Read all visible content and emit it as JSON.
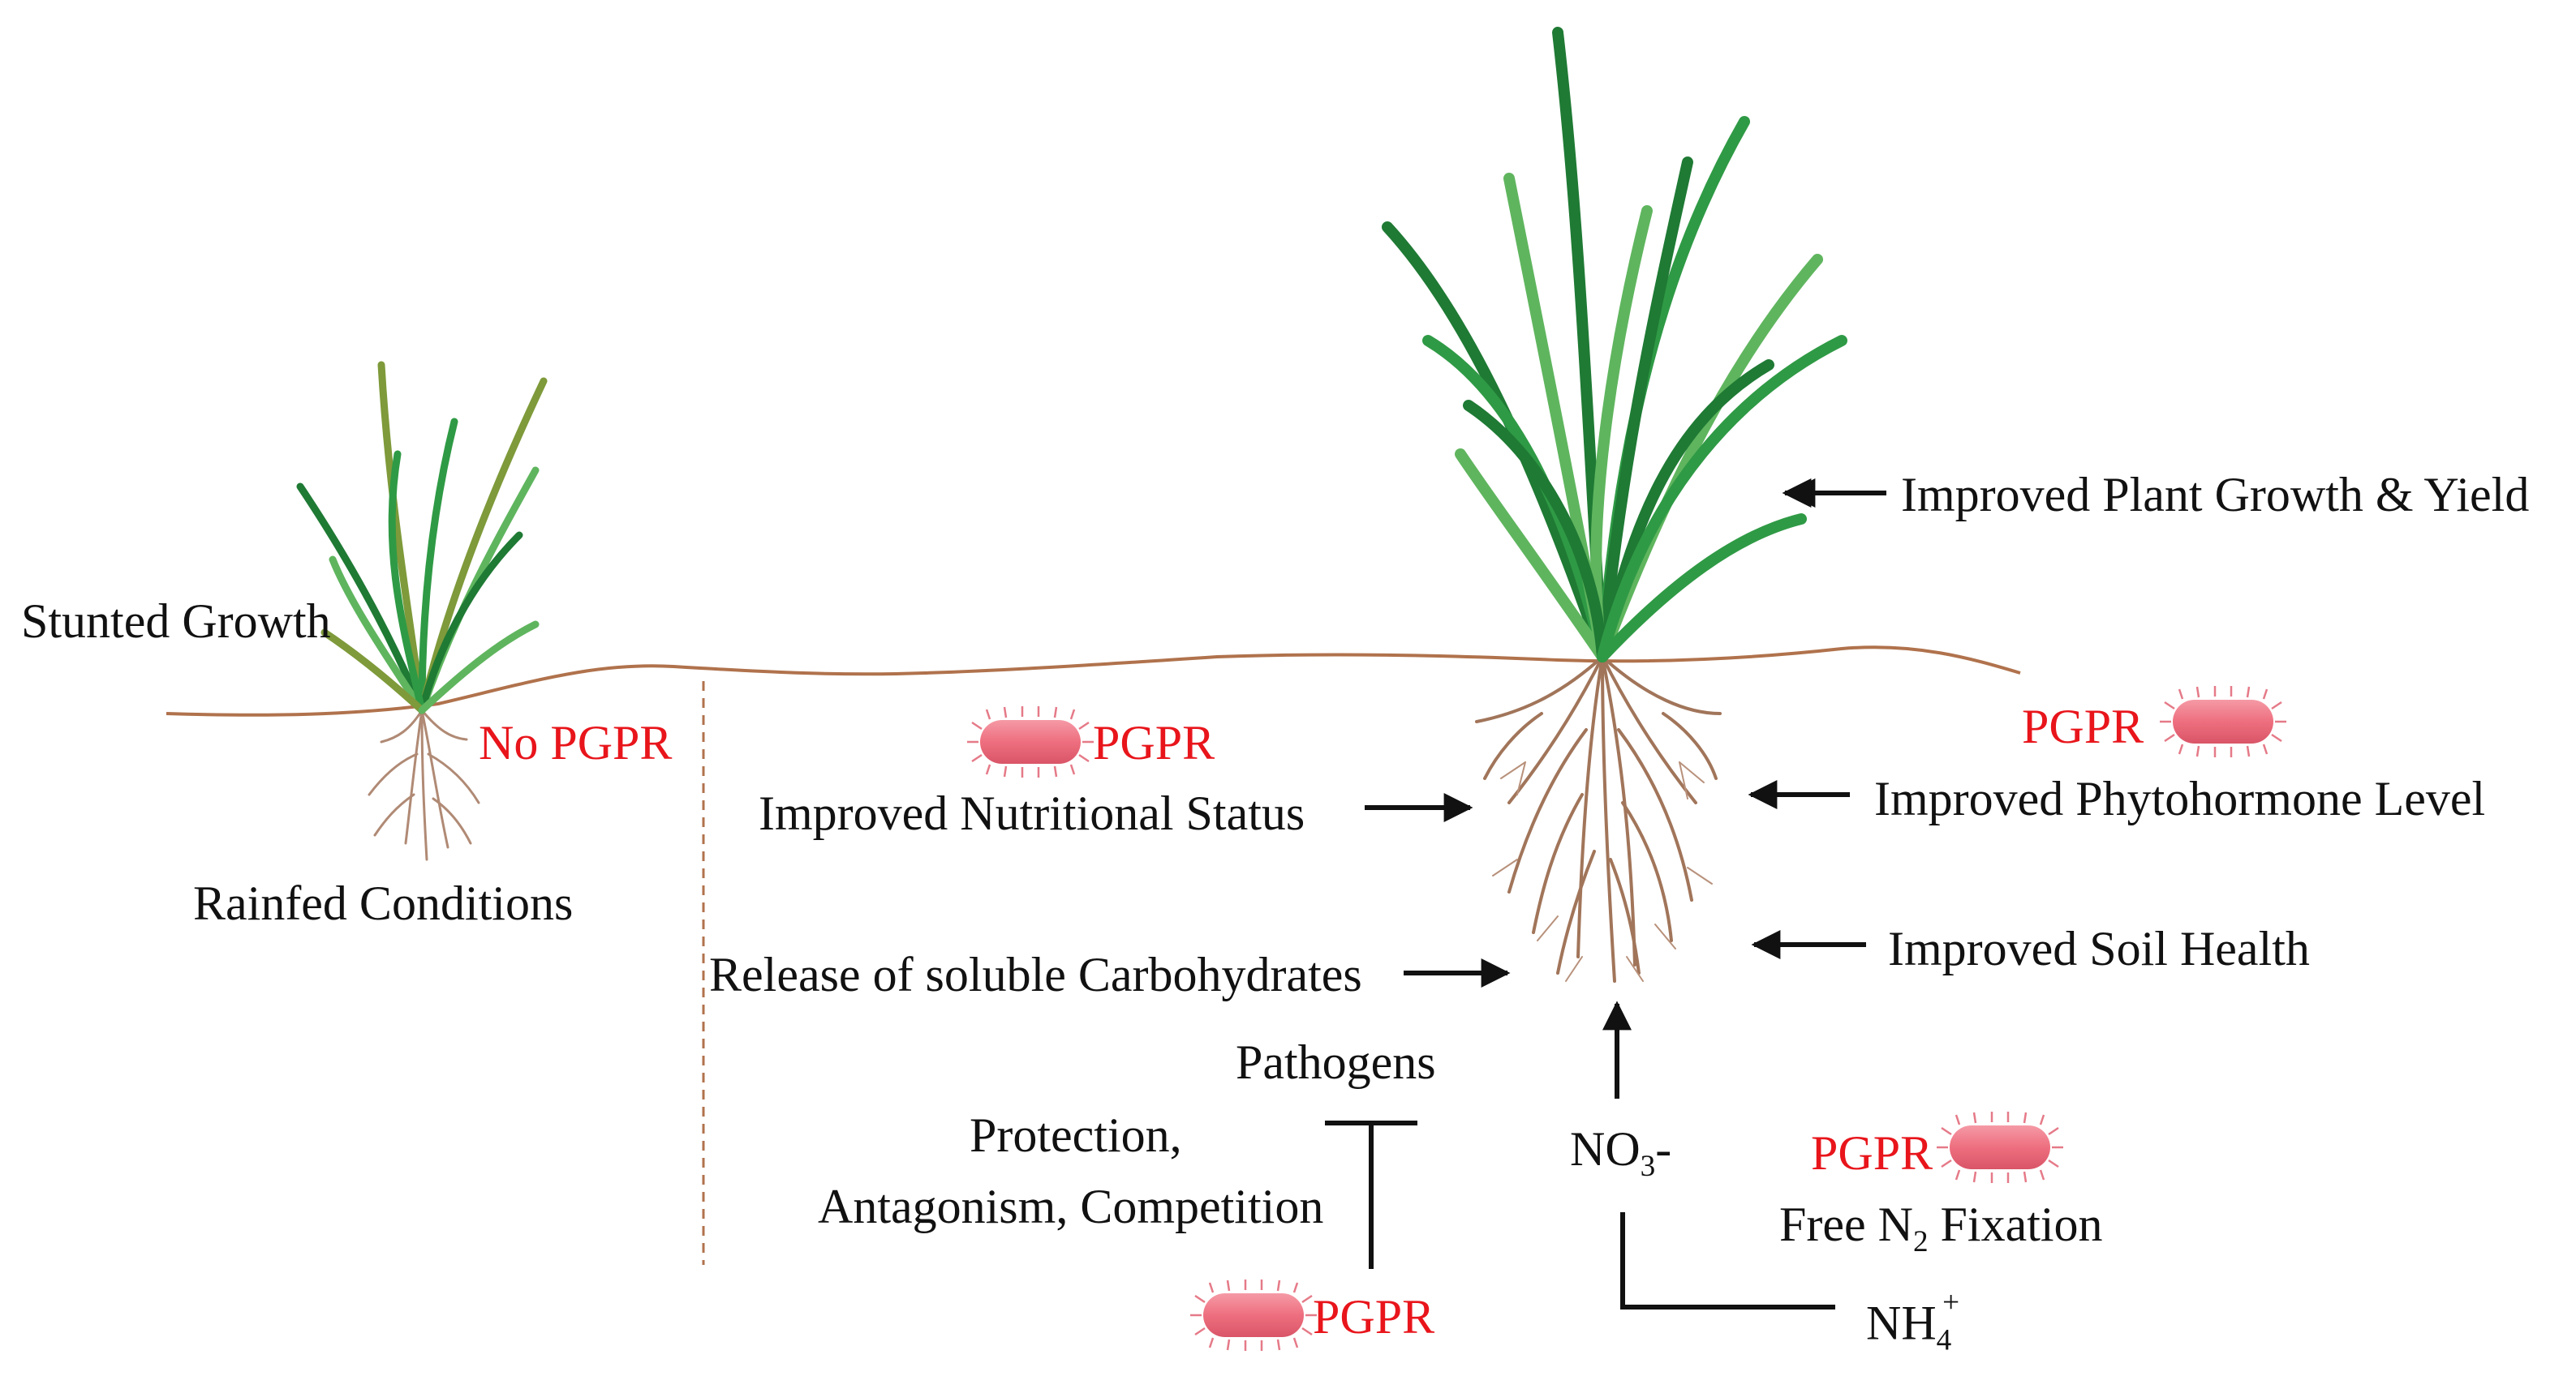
{
  "labels": {
    "stunted_growth": "Stunted Growth",
    "no_pgpr": "No PGPR",
    "rainfed_conditions": "Rainfed Conditions",
    "pgpr_nutrition": "PGPR",
    "improved_nutritional_status": "Improved Nutritional Status",
    "release_carbohydrates": "Release of soluble Carbohydrates",
    "pathogens": "Pathogens",
    "protection_line1": "Protection,",
    "protection_line2": "Antagonism, Competition",
    "pgpr_bottom": "PGPR",
    "no3_base": "NO",
    "no3_sub": "3",
    "no3_tail": "-",
    "nh4_base": "NH",
    "nh4_sub": "4",
    "nh4_sup": "+",
    "pgpr_fixation": "PGPR",
    "free_fixation_pre": "Free N",
    "free_fixation_sub": "2",
    "free_fixation_post": " Fixation",
    "improved_growth_yield": "Improved Plant Growth & Yield",
    "pgpr_right": "PGPR",
    "improved_phytohormone": "Improved Phytohormone Level",
    "improved_soil_health": "Improved Soil Health"
  },
  "colors": {
    "text": "#111111",
    "pgpr_red": "#e8151b",
    "bacteria_fill": "#ee6f7f",
    "bacteria_spine": "#e57a88",
    "soil_line": "#b0724c",
    "root": "#a1755a",
    "leaf_dark": "#1f7a34",
    "leaf_mid": "#2f9a45",
    "leaf_light": "#5fb55e",
    "leaf_olive": "#7e9a3a",
    "arrow": "#111111"
  },
  "icons": {
    "bacterium": "rod-bacterium-icon",
    "plant": "grass-plant-icon",
    "arrow": "arrow-right-icon",
    "inhibit": "inhibition-t-bar-icon"
  }
}
